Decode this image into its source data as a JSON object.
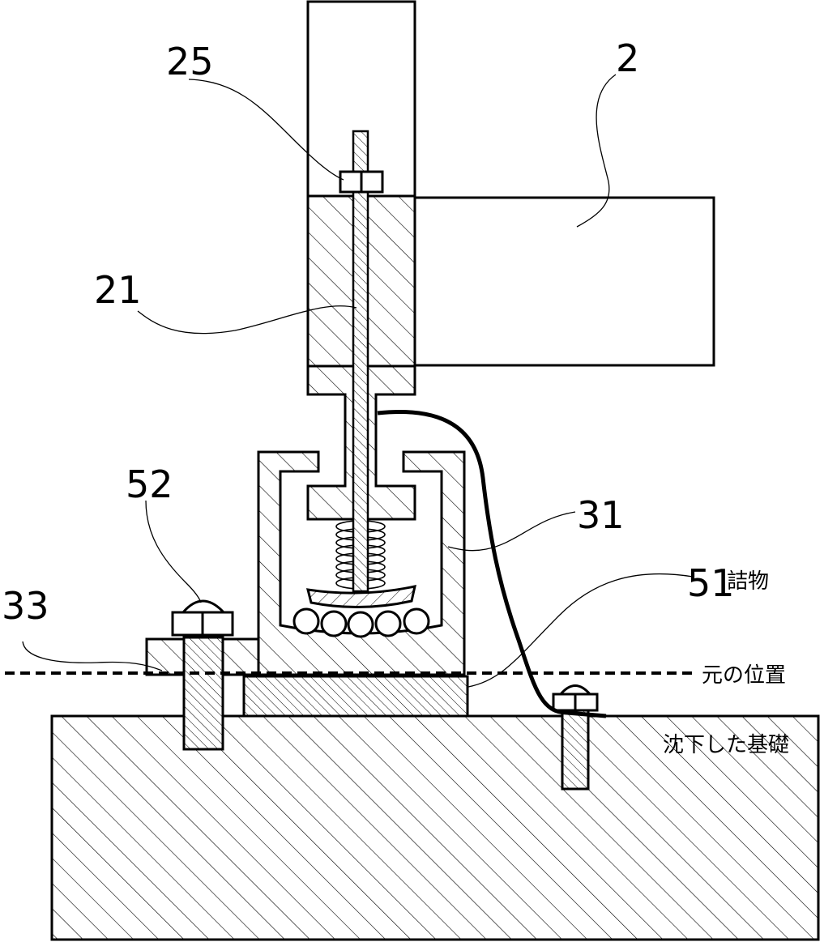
{
  "labels": {
    "ref_25": "25",
    "ref_2": "2",
    "ref_21": "21",
    "ref_52": "52",
    "ref_33": "33",
    "ref_31": "31",
    "ref_51": "51",
    "filler": "詰物",
    "original_position": "元の位置",
    "settled_foundation": "沈下した基礎"
  },
  "colors": {
    "line": "#000000",
    "background": "#ffffff"
  }
}
